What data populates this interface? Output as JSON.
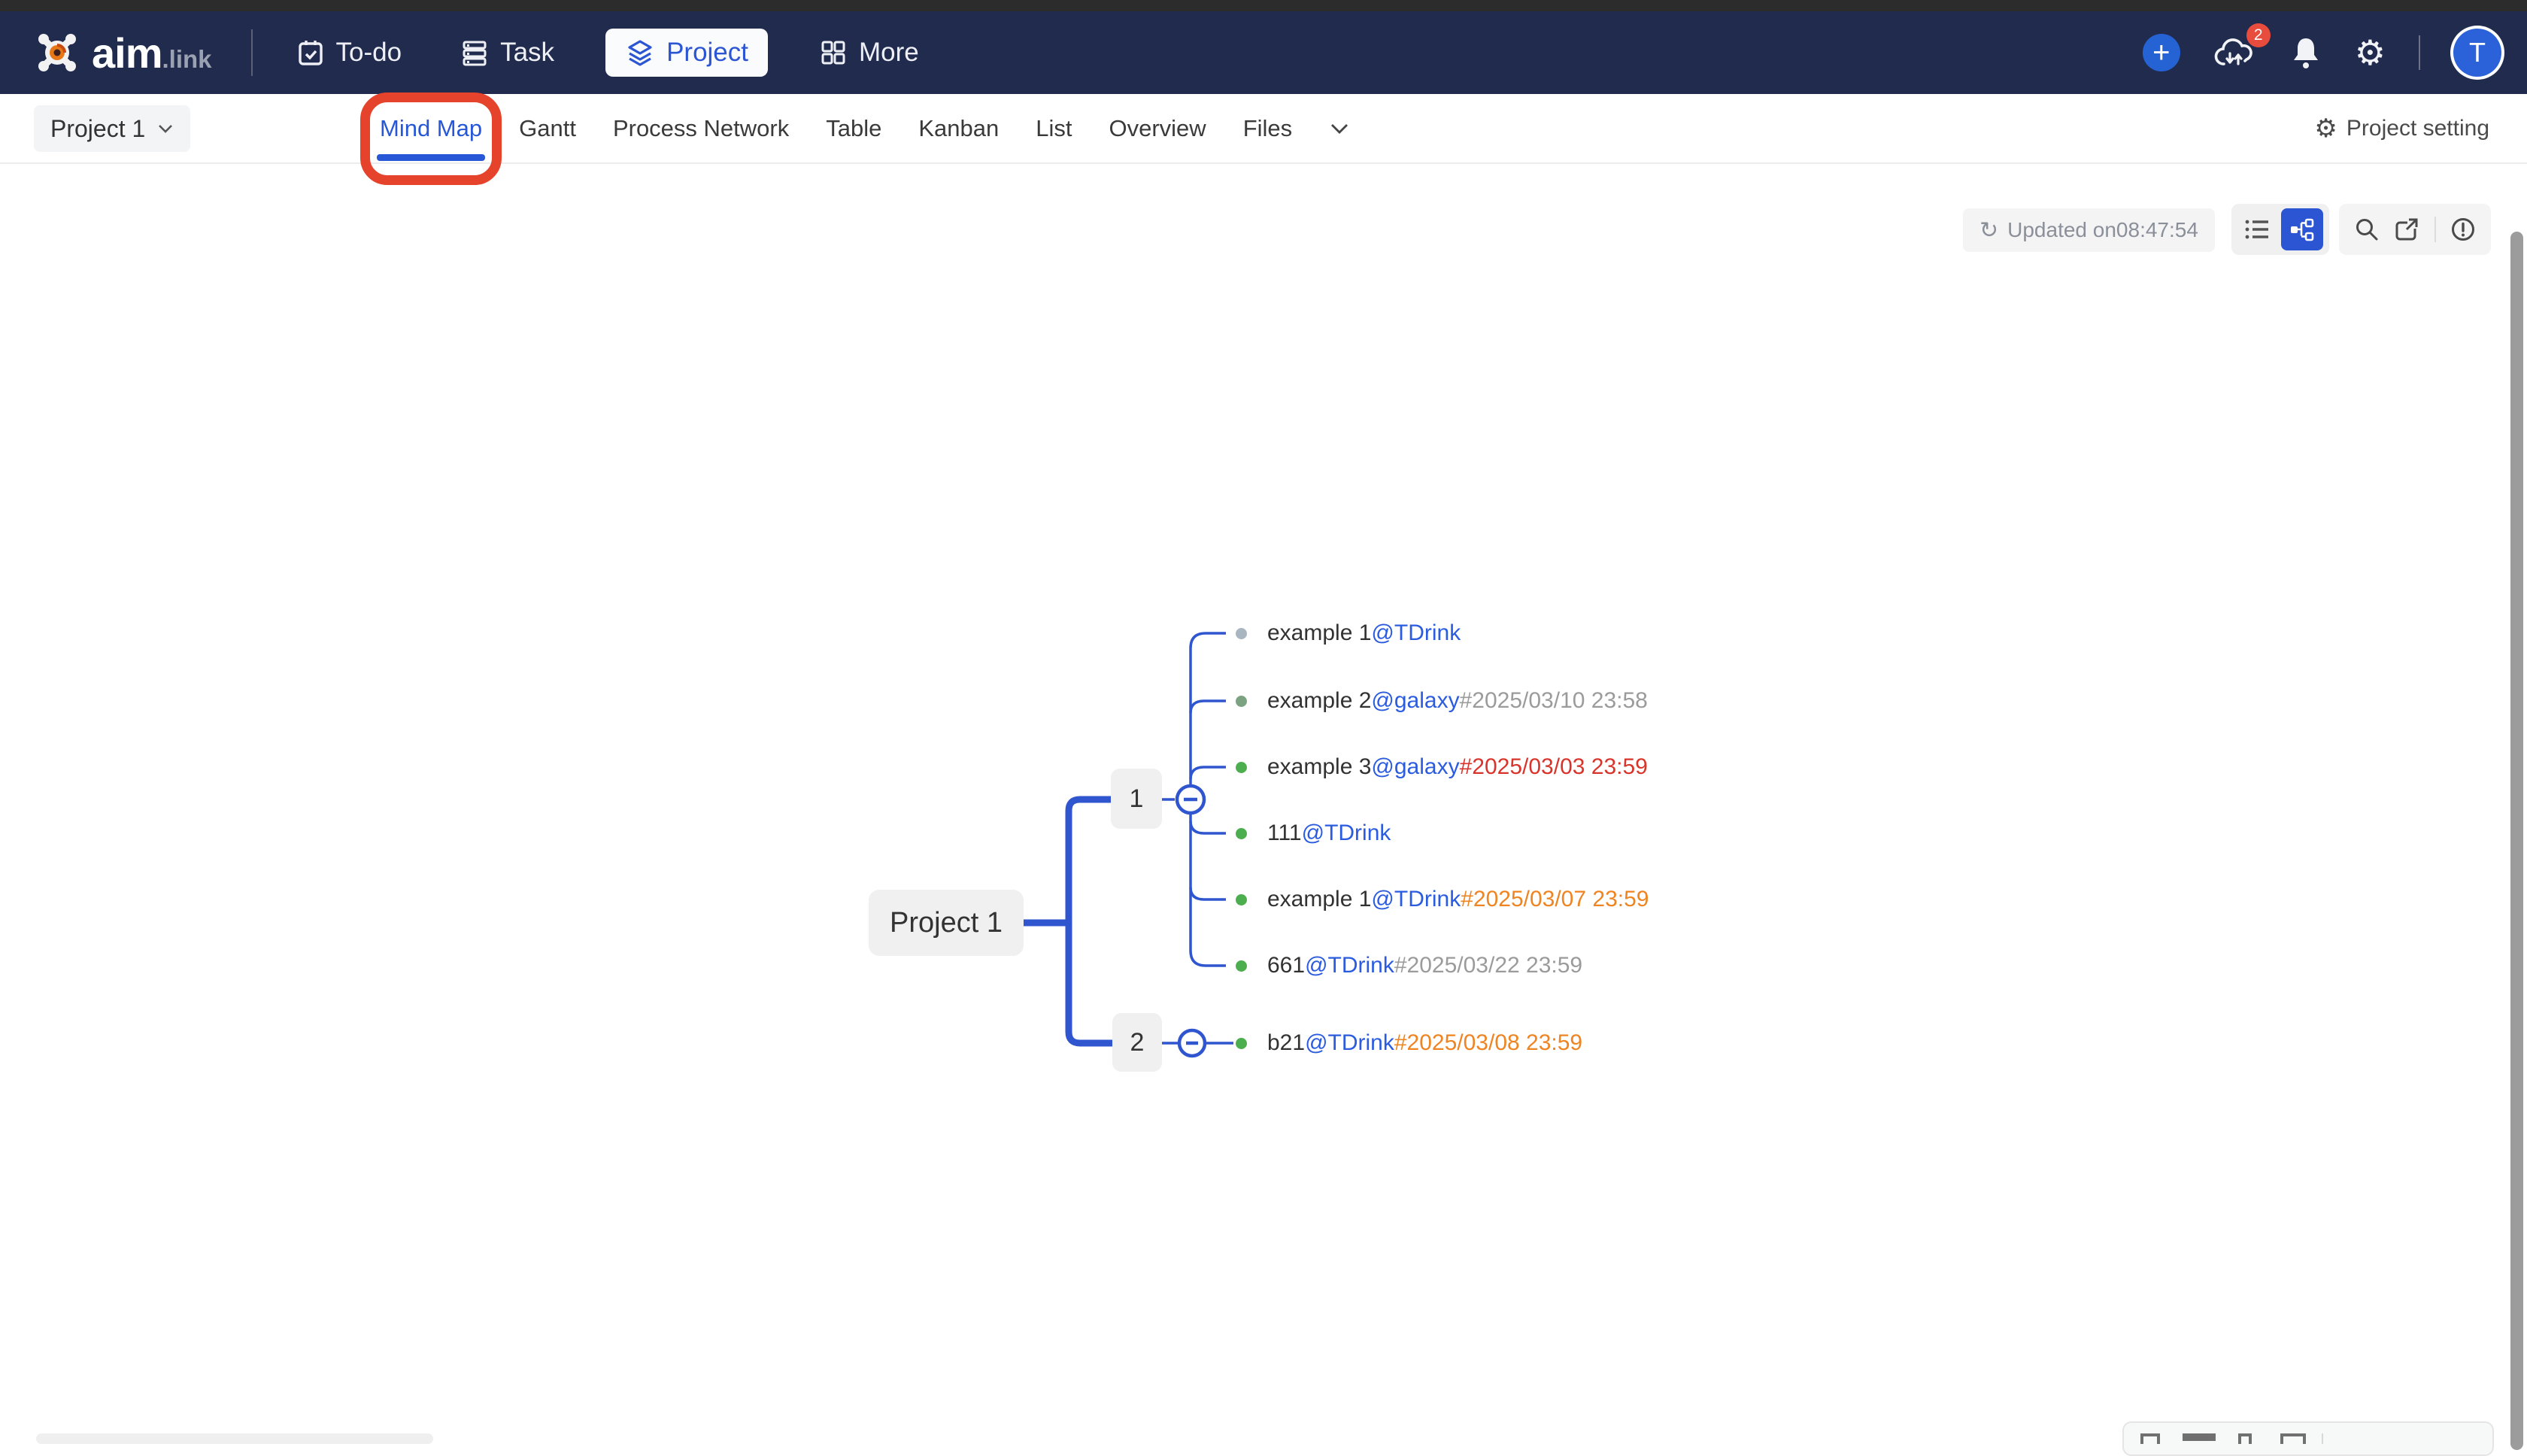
{
  "navbar": {
    "logo": {
      "text": "aim",
      "suffix": ".link"
    },
    "items": [
      {
        "label": "To-do"
      },
      {
        "label": "Task"
      },
      {
        "label": "Project",
        "active": true
      },
      {
        "label": "More"
      }
    ],
    "sync_badge_count": "2",
    "avatar_initial": "T"
  },
  "tabbar": {
    "project_selector_label": "Project 1",
    "tabs": [
      {
        "label": "Mind Map",
        "active": true
      },
      {
        "label": "Gantt"
      },
      {
        "label": "Process Network"
      },
      {
        "label": "Table"
      },
      {
        "label": "Kanban"
      },
      {
        "label": "List"
      },
      {
        "label": "Overview"
      },
      {
        "label": "Files"
      }
    ],
    "project_setting_label": "Project setting"
  },
  "canvas_toolbar": {
    "updated_text": "Updated on08:47:54",
    "refresh_glyph": "↻"
  },
  "mindmap": {
    "root_label": "Project 1",
    "branch_labels": {
      "first": "1",
      "second": "2"
    },
    "rows": [
      {
        "title": "example 1",
        "assignee": "@TDrink",
        "due": "",
        "due_color": "",
        "bullet_color": "#a9b6c2"
      },
      {
        "title": "example 2",
        "assignee": "@galaxy",
        "due": "#2025/03/10 23:58",
        "due_color": "#9b9b9b",
        "bullet_color": "#7ca381"
      },
      {
        "title": "example 3",
        "assignee": "@galaxy",
        "due": "#2025/03/03 23:59",
        "due_color": "#d9342b",
        "bullet_color": "#4cae4f"
      },
      {
        "title": "111",
        "assignee": "@TDrink",
        "due": "",
        "due_color": "",
        "bullet_color": "#4cae4f"
      },
      {
        "title": "example 1",
        "assignee": "@TDrink",
        "due": "#2025/03/07 23:59",
        "due_color": "#ee8422",
        "bullet_color": "#4cae4f"
      },
      {
        "title": "661",
        "assignee": "@TDrink",
        "due": "#2025/03/22 23:59",
        "due_color": "#9b9b9b",
        "bullet_color": "#4cae4f"
      },
      {
        "title": "b21",
        "assignee": "@TDrink",
        "due": "#2025/03/08 23:59",
        "due_color": "#ee8422",
        "bullet_color": "#4cae4f"
      }
    ]
  },
  "colors": {
    "navbar_bg": "#212b4d",
    "accent_blue": "#2b55d3",
    "line_blue": "#2f55cf",
    "annotation_red": "#e5432c",
    "overdue_red": "#d9342b",
    "warning_orange": "#ee8422",
    "muted_gray": "#9b9b9b"
  }
}
